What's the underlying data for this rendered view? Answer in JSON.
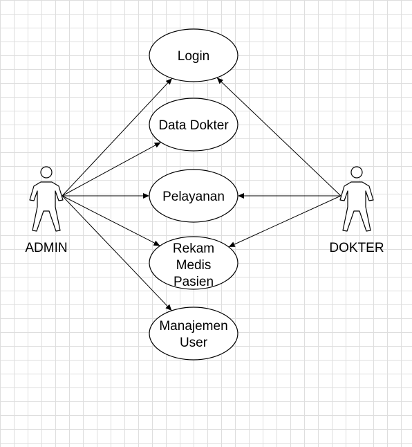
{
  "diagram": {
    "actors": [
      {
        "id": "admin",
        "label": "ADMIN"
      },
      {
        "id": "dokter",
        "label": "DOKTER"
      }
    ],
    "use_cases": [
      {
        "id": "login",
        "lines": [
          "Login"
        ]
      },
      {
        "id": "data-dokter",
        "lines": [
          "Data Dokter"
        ]
      },
      {
        "id": "pelayanan",
        "lines": [
          "Pelayanan"
        ]
      },
      {
        "id": "rekam-medis",
        "lines": [
          "Rekam",
          "Medis",
          "Pasien"
        ]
      },
      {
        "id": "manajemen-user",
        "lines": [
          "Manajemen",
          "User"
        ]
      }
    ],
    "associations": [
      {
        "from": "admin",
        "to": "login"
      },
      {
        "from": "admin",
        "to": "data-dokter"
      },
      {
        "from": "admin",
        "to": "pelayanan"
      },
      {
        "from": "admin",
        "to": "rekam-medis"
      },
      {
        "from": "admin",
        "to": "manajemen-user"
      },
      {
        "from": "dokter",
        "to": "login"
      },
      {
        "from": "dokter",
        "to": "pelayanan"
      },
      {
        "from": "dokter",
        "to": "rekam-medis"
      }
    ],
    "colors": {
      "stroke": "#000000",
      "fill": "#ffffff",
      "grid": "#dedede"
    }
  }
}
